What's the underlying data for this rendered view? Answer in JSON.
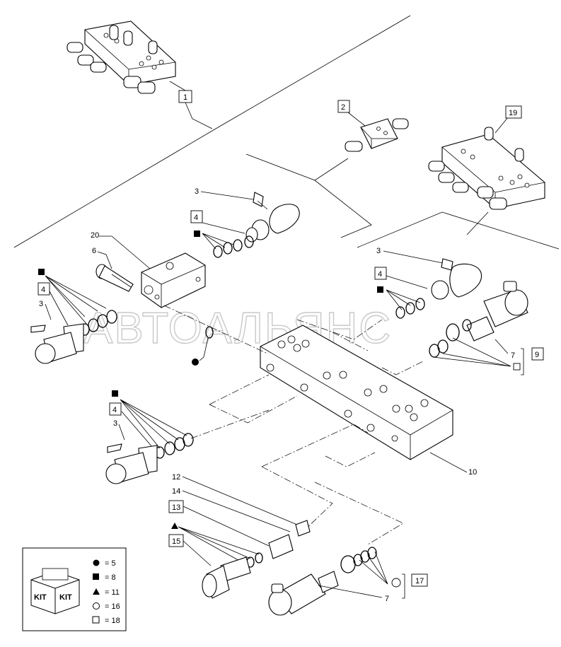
{
  "watermark": "АВТОАЛЬЯНС",
  "callouts": {
    "c1": "1",
    "c2": "2",
    "c19": "19",
    "c3a": "3",
    "c4a": "4",
    "c20": "20",
    "c6": "6",
    "c4b": "4",
    "c3b": "3",
    "c3c": "3",
    "c4c": "4",
    "c7a": "7",
    "c9": "9",
    "c4d": "4",
    "c3d": "3",
    "c10": "10",
    "c12": "12",
    "c14": "14",
    "c13": "13",
    "c15": "15",
    "c7b": "7",
    "c17": "17"
  },
  "legend": {
    "kit_label_1": "KIT",
    "kit_label_2": "KIT",
    "items": [
      {
        "symbol": "circle-filled",
        "text": "= 5"
      },
      {
        "symbol": "square-filled",
        "text": "= 8"
      },
      {
        "symbol": "triangle-filled",
        "text": "= 11"
      },
      {
        "symbol": "circle-open",
        "text": "= 16"
      },
      {
        "symbol": "square-open",
        "text": "= 18"
      }
    ]
  },
  "colors": {
    "line": "#000000",
    "background": "#ffffff",
    "watermark": "#c9c9c9"
  }
}
